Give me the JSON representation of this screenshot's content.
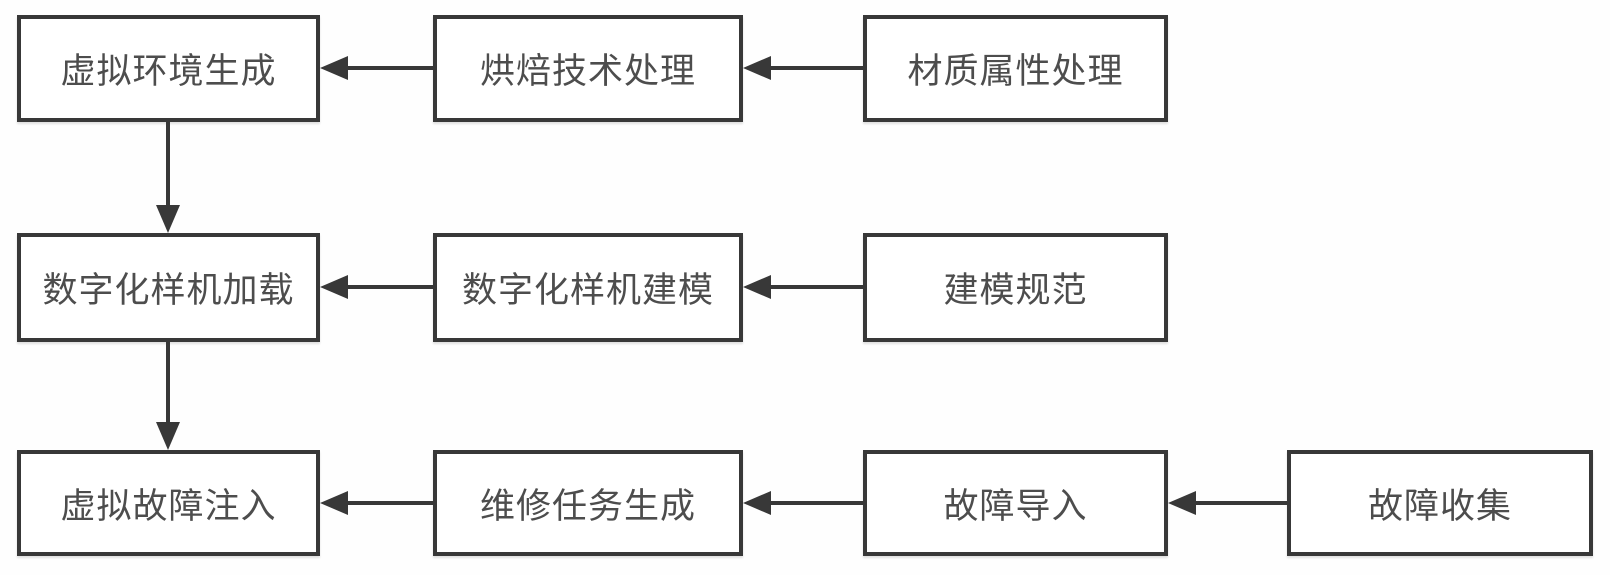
{
  "diagram": {
    "type": "flowchart",
    "nodes": [
      {
        "id": "virtual-env-generation",
        "label": "虚拟环境生成",
        "row": 1,
        "col": 1
      },
      {
        "id": "baking-tech-processing",
        "label": "烘焙技术处理",
        "row": 1,
        "col": 2
      },
      {
        "id": "material-attr-processing",
        "label": "材质属性处理",
        "row": 1,
        "col": 3
      },
      {
        "id": "digital-prototype-loading",
        "label": "数字化样机加载",
        "row": 2,
        "col": 1
      },
      {
        "id": "digital-prototype-modeling",
        "label": "数字化样机建模",
        "row": 2,
        "col": 2
      },
      {
        "id": "modeling-specification",
        "label": "建模规范",
        "row": 2,
        "col": 3
      },
      {
        "id": "virtual-fault-injection",
        "label": "虚拟故障注入",
        "row": 3,
        "col": 1
      },
      {
        "id": "maintenance-task-generation",
        "label": "维修任务生成",
        "row": 3,
        "col": 2
      },
      {
        "id": "fault-import",
        "label": "故障导入",
        "row": 3,
        "col": 3
      },
      {
        "id": "fault-collection",
        "label": "故障收集",
        "row": 3,
        "col": 4
      }
    ],
    "edges": [
      {
        "from": "material-attr-processing",
        "to": "baking-tech-processing",
        "direction": "left"
      },
      {
        "from": "baking-tech-processing",
        "to": "virtual-env-generation",
        "direction": "left"
      },
      {
        "from": "virtual-env-generation",
        "to": "digital-prototype-loading",
        "direction": "down"
      },
      {
        "from": "modeling-specification",
        "to": "digital-prototype-modeling",
        "direction": "left"
      },
      {
        "from": "digital-prototype-modeling",
        "to": "digital-prototype-loading",
        "direction": "left"
      },
      {
        "from": "digital-prototype-loading",
        "to": "virtual-fault-injection",
        "direction": "down"
      },
      {
        "from": "fault-collection",
        "to": "fault-import",
        "direction": "left"
      },
      {
        "from": "fault-import",
        "to": "maintenance-task-generation",
        "direction": "left"
      },
      {
        "from": "maintenance-task-generation",
        "to": "virtual-fault-injection",
        "direction": "down"
      }
    ],
    "colors": {
      "box_border": "#383838",
      "box_background": "#ffffff",
      "text": "#4d4d4d",
      "arrow": "#383838",
      "canvas_background": "#fefefe"
    }
  }
}
